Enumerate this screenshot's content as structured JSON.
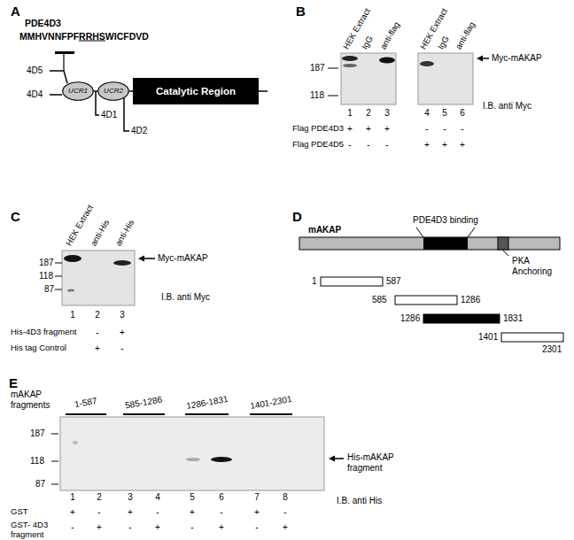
{
  "diagram": {
    "nodes": [
      {
        "text": [
          "UCR1"
        ]
      },
      {
        "text": [
          "UCR2"
        ]
      },
      {
        "text": [
          "Catalytic Region"
        ]
      }
    ],
    "edges": [
      {
        "from": 0,
        "to": 1,
        "arrow": "none"
      },
      {
        "from": 1,
        "to": 2,
        "arrow": "none"
      }
    ],
    "labels": [
      "A",
      "PDE4D3",
      "MMHVNNFPFRRHSWICFDVD",
      "4D5",
      "4D4",
      "4D1",
      "4D2",
      "B",
      "HEK Extract",
      "IgG",
      "anti-flag",
      "HEK Extract",
      "IgG",
      "anti-flag",
      "187",
      "118",
      "Myc-mAKAP",
      "I.B. anti Myc",
      "1",
      "2",
      "3",
      "4",
      "5",
      "6",
      "Flag PDE4D3",
      "+",
      "+",
      "+",
      "-",
      "-",
      "-",
      "Flag PDE4D5",
      "-",
      "-",
      "-",
      "+",
      "+",
      "+",
      "C",
      "HEK Extract",
      "anti-His",
      "anti-His",
      "187",
      "118",
      "87",
      "Myc-mAKAP",
      "I.B. anti Myc",
      "1",
      "2",
      "3",
      "His-4D3 fragment",
      "-",
      "+",
      "His tag Control",
      "+",
      "-",
      "D",
      "PDE4D3 binding",
      "mAKAP",
      "PKA Anchoring",
      "1",
      "587",
      "585",
      "1286",
      "1286",
      "1831",
      "1401",
      "2301",
      "E",
      "mAKAP fragments",
      "1-587",
      "585-1286",
      "1286-1831",
      "1401-2301",
      "187",
      "118",
      "87",
      "His-mAKAP fragment",
      "I.B. anti His",
      "1",
      "2",
      "3",
      "4",
      "5",
      "6",
      "7",
      "8",
      "GST",
      "+",
      "-",
      "+",
      "-",
      "+",
      "-",
      "+",
      "-",
      "GST- 4D3 fragment",
      "-",
      "+",
      "-",
      "+",
      "-",
      "+",
      "-",
      "+"
    ]
  }
}
